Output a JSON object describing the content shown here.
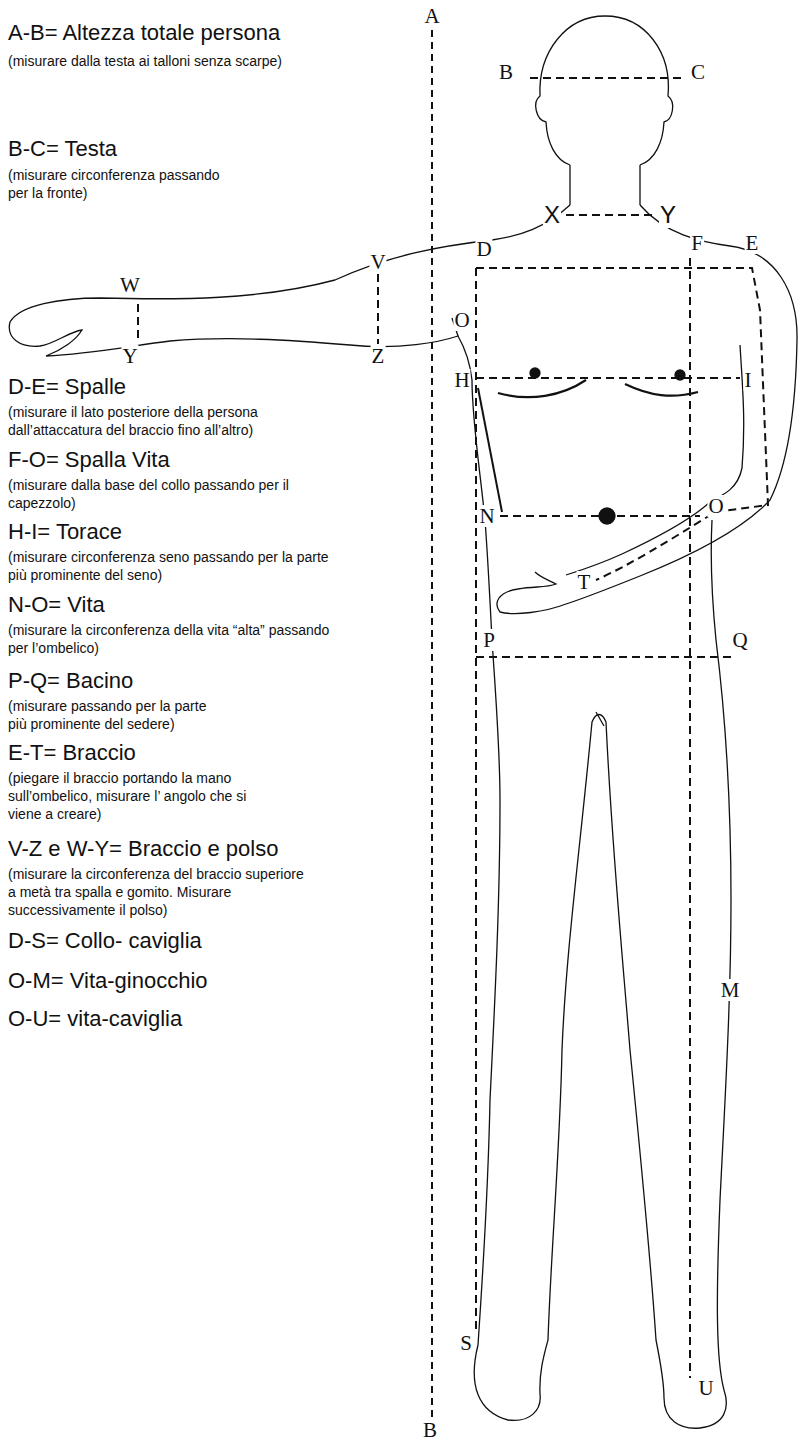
{
  "diagram": {
    "labels": [
      "A-B= Altezza totale persona",
      "(misurare dalla testa ai talloni senza scarpe)",
      "B-C= Testa",
      "(misurare circonferenza passando per la fronte)",
      "D-E= Spalle",
      "(misurare il lato posteriore della persona dall’attaccatura del braccio fino all’altro)",
      "F-O= Spalla Vita",
      "(misurare dalla base del collo passando per il capezzolo)",
      "H-I= Torace",
      "(misurare circonferenza seno passando per la parte più prominente del seno)",
      "N-O= Vita",
      "(misurare la circonferenza della vita “alta” passando per l’ombelico)",
      "P-Q= Bacino",
      "(misurare passando per la parte più prominente del sedere)",
      "E-T= Braccio",
      "(piegare il braccio portando la mano sull’ombelico, misurare l’ angolo che si viene a creare)",
      "V-Z e W-Y= Braccio e polso",
      "(misurare la circonferenza del braccio superiore a metà tra spalla e gomito. Misurare successivamente il polso)",
      "D-S= Collo- caviglia",
      "O-M= Vita-ginocchio",
      "O-U= vita-caviglia",
      "A",
      "B",
      "C",
      "X",
      "Y",
      "D",
      "F",
      "E",
      "V",
      "W",
      "Y",
      "Z",
      "O",
      "H",
      "I",
      "N",
      "O",
      "T",
      "P",
      "Q",
      "M",
      "S",
      "U",
      "B"
    ]
  }
}
